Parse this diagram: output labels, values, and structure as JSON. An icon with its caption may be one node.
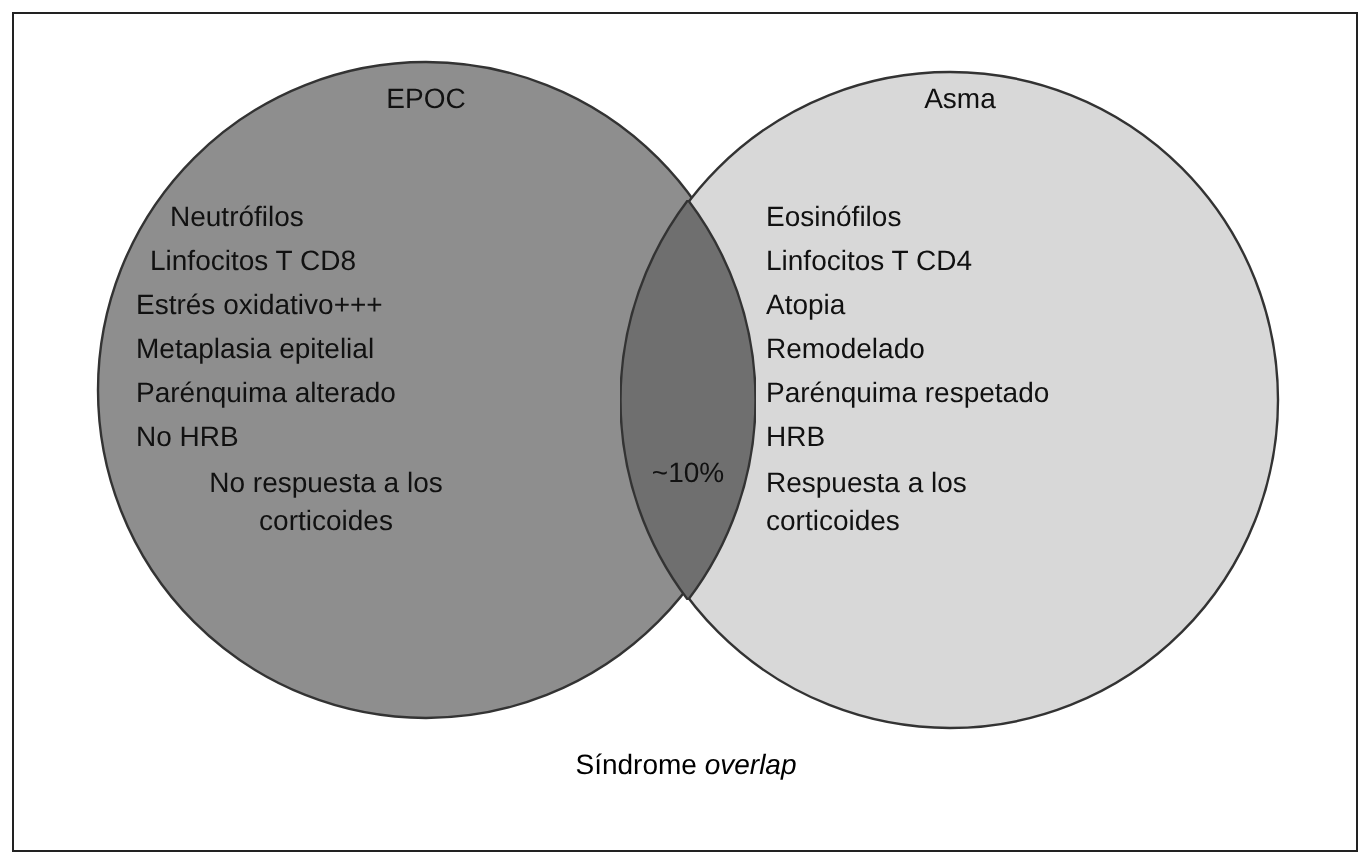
{
  "diagram": {
    "caption": "Síndrome *overlap*",
    "nodes": [
      {
        "text": [
          "EPOC",
          "Neutrófilos",
          "Linfocitos T CD8",
          "Estrés oxidativo+++",
          "Metaplasia epitelial",
          "Parénquima alterado",
          "No HRB",
          "No respuesta a los corticoides"
        ]
      },
      {
        "text": [
          "Asma",
          "Eosinófilos",
          "Linfocitos T CD4",
          "Atopia",
          "Remodelado",
          "Parénquima respetado",
          "HRB",
          "Respuesta a los corticoides"
        ]
      },
      {
        "text": [
          "~10%"
        ]
      }
    ]
  }
}
